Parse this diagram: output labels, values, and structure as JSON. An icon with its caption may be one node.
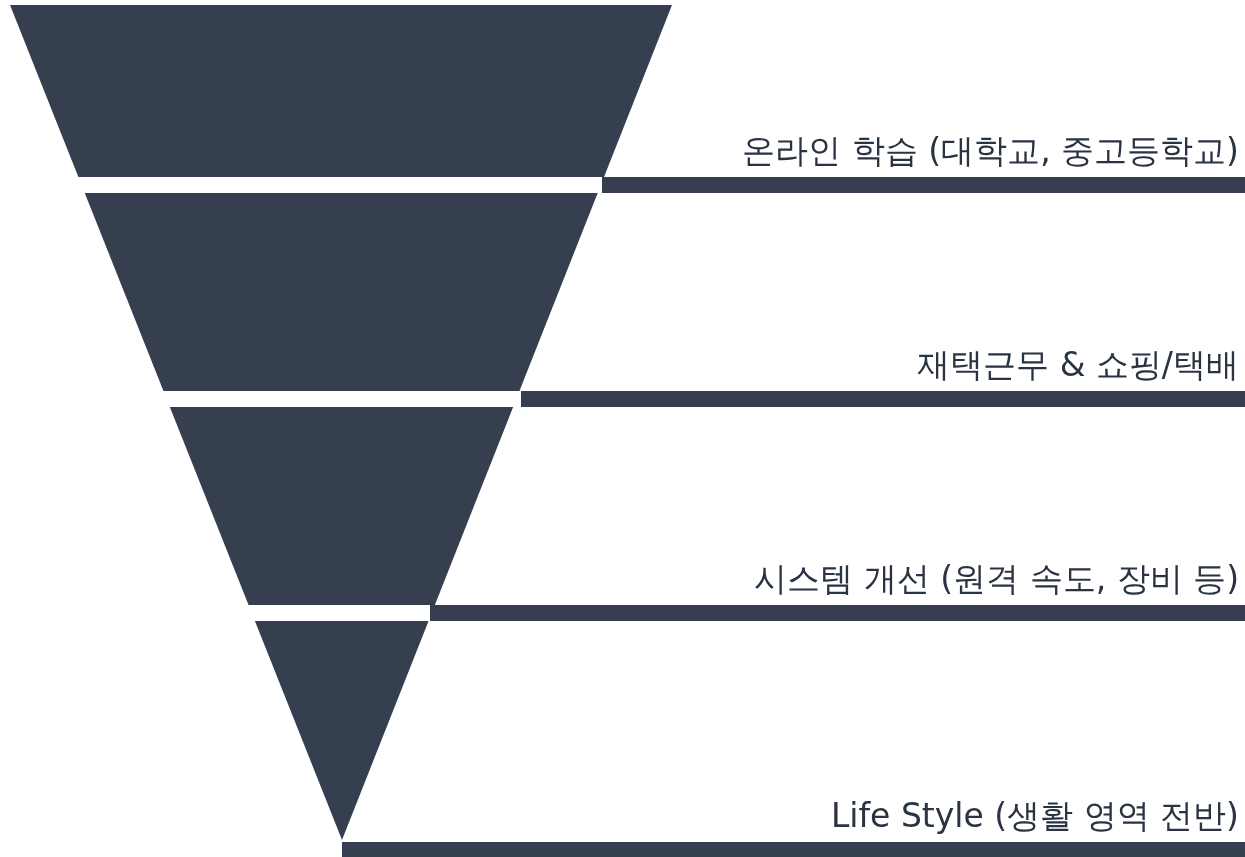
{
  "diagram": {
    "nodes": [
      {
        "text": [],
        "shape": "trapezoid"
      },
      {
        "text": [
          "온라인 학습 (대학교, 중고등학교)"
        ]
      },
      {
        "text": [],
        "shape": "trapezoid"
      },
      {
        "text": [
          "재택근무 & 쇼핑/택배"
        ]
      },
      {
        "text": [],
        "shape": "trapezoid"
      },
      {
        "text": [
          "시스템 개선 (원격 속도, 장비 등)"
        ]
      },
      {
        "text": [],
        "shape": "triangle"
      },
      {
        "text": [
          "Life Style (생활 영역 전반)"
        ]
      }
    ]
  }
}
